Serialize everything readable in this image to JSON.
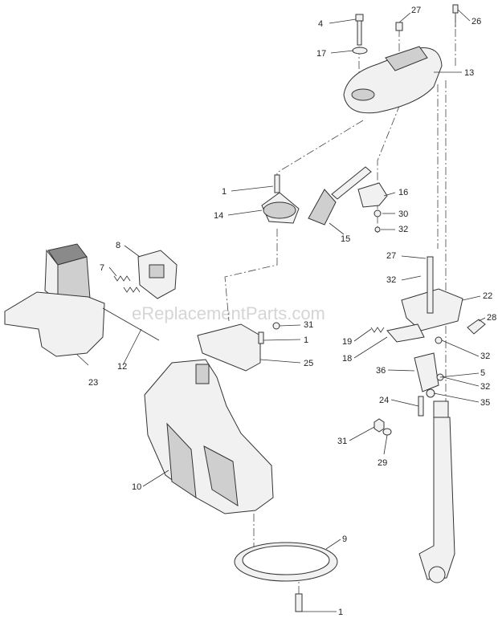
{
  "watermark": "eReplacementParts.com",
  "callouts": {
    "c4": "4",
    "c27a": "27",
    "c26": "26",
    "c17": "17",
    "c13": "13",
    "c1a": "1",
    "c14": "14",
    "c16": "16",
    "c30": "30",
    "c32a": "32",
    "c15": "15",
    "c8": "8",
    "c7": "7",
    "c27b": "27",
    "c32b": "32",
    "c22": "22",
    "c28": "28",
    "c31a": "31",
    "c1b": "1",
    "c19": "19",
    "c18": "18",
    "c32c": "32",
    "c5": "5",
    "c25": "25",
    "c36": "36",
    "c32d": "32",
    "c35": "35",
    "c23": "23",
    "c12": "12",
    "c24": "24",
    "c31b": "31",
    "c29": "29",
    "c10": "10",
    "c9": "9",
    "c1c": "1"
  }
}
